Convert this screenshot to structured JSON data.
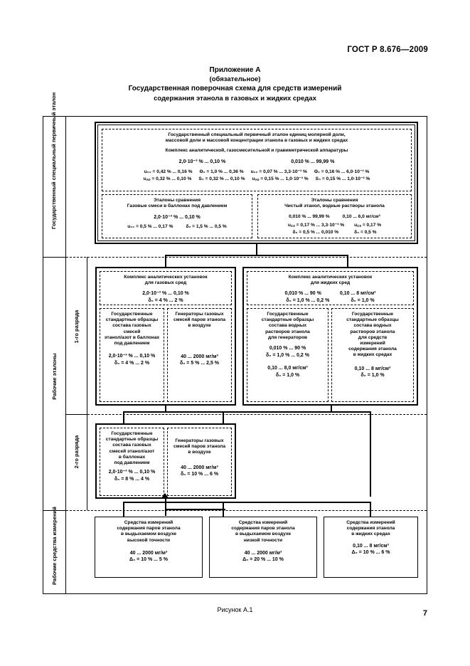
{
  "document": {
    "standard_number": "ГОСТ Р 8.676—2009",
    "page_number": "7",
    "appendix_title": "Приложение А",
    "appendix_subtitle": "(обязательное)",
    "scheme_title_line1": "Государственная поверочная схема для средств измерений",
    "scheme_title_line2": "содержания этанола в газовых и жидких средах",
    "figure_caption": "Рисунок А.1"
  },
  "level_labels": {
    "primary": "Государственный специальный первичный эталон",
    "working_standards": "Рабочие эталоны",
    "rank1": "1-го разряда",
    "rank2": "2-го разряда",
    "measuring_instruments": "Рабочие средства измерений"
  },
  "primary_standard": {
    "title_line1": "Государственный специальный первичный эталон единиц молярной доли,",
    "title_line2": "массовой доли и массовой концентрации этанола в газовых и жидких средах",
    "apparatus": "Комплекс аналитической, газосмесительной и гравиметрической аппаратуры",
    "left": {
      "range": "2,0·10⁻³ % ... 0,10 %",
      "u0": "u₀₀ = 0,42 % ... 0,16 %",
      "uA0": "u<sub>A0</sub> = 0,32 % ... 0,10 %",
      "theta0": "Θ₀ = 1,0 % ... 0,36 %",
      "S0": "S₀ = 0,32 % ... 0,10 %"
    },
    "right": {
      "range": "0,010 % ... 99,99 %",
      "u0": "u₀₀ = 0,07 % ... 3,3·10⁻³ %",
      "uA0": "u<sub>A0</sub> = 0,15 % ... 1,0·10⁻³ %",
      "theta0": "Θ₀ = 0,16 % ... 6,0·10⁻³ %",
      "S0": "S₀ = 0,15 % ... 1,0·10⁻³ %"
    }
  },
  "comparison_standards": {
    "gas": {
      "title": "Эталоны сравнения",
      "subtitle": "Газовые смеси в баллонах под давлением",
      "range": "2,0·10⁻³ % ... 0,10 %",
      "u": "u₀₀ = 0,5 % ... 0,17 %",
      "delta": "δ₀ = 1,5 % ... 0,5 %"
    },
    "liquid": {
      "title": "Эталоны сравнения",
      "subtitle": "Чистый этанол, водные растворы этанола",
      "range_left": "0,010 % ... 99,99 %",
      "u_left": "u<sub>С0</sub> = 0,17 % ... 3,3·10⁻³ %",
      "delta_left": "δ₀ = 0,5 % ... 0,010 %",
      "range_right": "0,10 ... 6,0 мг/см³",
      "u_right": "u<sub>С0</sub> = 0,17 %",
      "delta_right": "δ₀ = 0,5 %"
    }
  },
  "rank1": {
    "gas_complex": {
      "title_line1": "Комплекс аналитических установок",
      "title_line2": "для газовых сред",
      "range": "2,0·10⁻³ % ... 0,10 %",
      "delta": "δ₀ = 4 % ... 2 %"
    },
    "liquid_complex": {
      "title_line1": "Комплекс аналитических установок",
      "title_line2": "для жидких сред",
      "range_left": "0,010 % ... 90 %",
      "delta_left": "δ₀ = 1,0 % ... 0,2 %",
      "range_right": "0,10 ... 8 мг/см³",
      "delta_right": "δ₀ = 1,0 %"
    },
    "gas_gso": {
      "title_line1": "Государственные",
      "title_line2": "стандартные образцы",
      "title_line3": "состава газовых",
      "title_line4": "смесей",
      "title_line5": "этанол/азот в баллонах",
      "title_line6": "под давлением",
      "range": "2,0·10⁻³ % ... 0,10 %",
      "delta": "δ₀ = 4 % ... 2 %"
    },
    "gas_generators": {
      "title_line1": "Генераторы газовых",
      "title_line2": "смесей паров этанола",
      "title_line3": "в воздухе",
      "range": "40 ... 2000 мг/м³",
      "delta": "δ₀ = 5 % ... 2,5 %"
    },
    "liquid_gso_gen": {
      "title_line1": "Государственные",
      "title_line2": "стандартные образцы",
      "title_line3": "состава водных",
      "title_line4": "растворов этанола",
      "title_line5": "для генераторов",
      "range_a": "0,010 % ... 90 %",
      "delta_a": "δ₀ = 1,0 % ... 0,2 %",
      "range_b": "0,10 ... 8,0 мг/см³",
      "delta_b": "δ₀ = 1,0 %"
    },
    "liquid_gso_si": {
      "title_line1": "Государственные",
      "title_line2": "стандартные образцы",
      "title_line3": "состава водных",
      "title_line4": "растворов этанола",
      "title_line5": "для средств",
      "title_line6": "измерений",
      "title_line7": "содержания этанола",
      "title_line8": "в жидких средах",
      "range": "0,10 ... 8 мг/см³",
      "delta": "δ₀ = 1,0 %"
    }
  },
  "rank2": {
    "gas_gso": {
      "title_line1": "Государственные",
      "title_line2": "стандартные образцы",
      "title_line3": "состава газовых",
      "title_line4": "смесей этанол/азот",
      "title_line5": "в баллонах",
      "title_line6": "под давлением",
      "range": "2,0·10⁻³ % ... 0,10 %",
      "delta": "δ₀ = 8 % ... 4 %"
    },
    "gas_generators": {
      "title_line1": "Генераторы газовых",
      "title_line2": "смесей паров этанола",
      "title_line3": "в воздухе",
      "range": "40 ... 2000 мг/м³",
      "delta": "δ₀ = 10 % ... 6 %"
    }
  },
  "measuring_instruments": {
    "high_accuracy": {
      "title_line1": "Средства измерений",
      "title_line2": "содержания паров этанола",
      "title_line3": "в выдыхаемом воздухе",
      "title_line4": "высокой точности",
      "range": "40 ... 2000 мг/м³",
      "delta": "Δ₀ = 10 % ... 5 %"
    },
    "low_accuracy": {
      "title_line1": "Средства измерений",
      "title_line2": "содержания паров этанола",
      "title_line3": "в выдыхаемом воздухе",
      "title_line4": "низкой точности",
      "range": "40 ... 2000 мг/м³",
      "delta": "Δ₀ = 20 % ... 10 %"
    },
    "liquid": {
      "title_line1": "Средства измерений",
      "title_line2": "содержания этанола",
      "title_line3": "в жидких средах",
      "range": "0,10 ... 8 мг/см³",
      "delta": "Δ₀ = 10 % ... 6 %"
    }
  }
}
